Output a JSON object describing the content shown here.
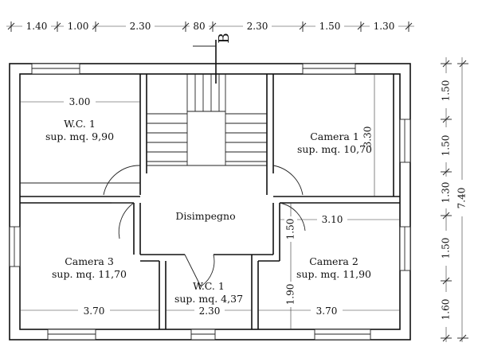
{
  "section_mark": "B",
  "top_dimensions": [
    "1.40",
    "1.00",
    "2.30",
    "80",
    "2.30",
    "1.50",
    "1.30"
  ],
  "right_dimensions": [
    "1.50",
    "1.50",
    "1.30",
    "1.50",
    "1.60"
  ],
  "right_total": "7.40",
  "rooms": {
    "wc1": {
      "name": "W.C. 1",
      "area": "sup. mq. 9,90"
    },
    "camera1": {
      "name": "Camera 1",
      "area": "sup. mq. 10,70"
    },
    "disimpegno": {
      "name": "Disimpegno"
    },
    "camera3": {
      "name": "Camera 3",
      "area": "sup. mq. 11,70"
    },
    "camera2": {
      "name": "Camera 2",
      "area": "sup. mq. 11,90"
    },
    "wc2": {
      "name": "W.C. 1",
      "area": "sup. mq. 4,37"
    }
  },
  "inner_dimensions": {
    "wc1_width": "3.00",
    "camera1_height": "3.30",
    "camera2_width": "3.10",
    "corridor_height": "1.50",
    "camera2_height": "1.90",
    "camera3_width": "3.70",
    "wc2_width": "2.30",
    "camera2_width_bottom": "3.70"
  }
}
